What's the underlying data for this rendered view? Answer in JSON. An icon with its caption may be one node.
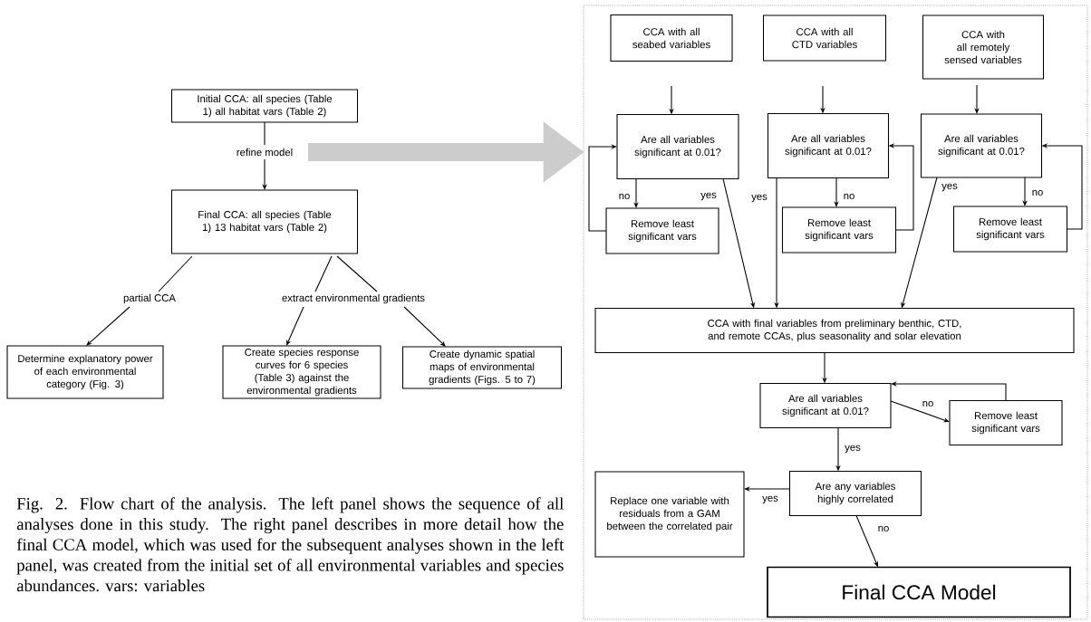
{
  "diagram": {
    "caption": "Fig. 2. Flow chart of the analysis. The left panel shows the sequence of all analyses done in this study. The right panel describes in more detail how the final CCA model, which was used for the subsequent analyses shown in the left panel, was created from the initial set of all environmental variables and species abundances. vars: variables",
    "nodes": [
      {
        "text": [
          "Initial CCA: all species (Table 1) all habitat vars (Table 2)"
        ]
      },
      {
        "text": [
          "refine model"
        ]
      },
      {
        "text": [
          "Final CCA: all species (Table 1) 13 habitat vars (Table 2)"
        ]
      },
      {
        "text": [
          "partial CCA"
        ]
      },
      {
        "text": [
          "extract environmental gradients"
        ]
      },
      {
        "text": [
          "Determine explanatory power of each environmental category (Fig. 3)"
        ]
      },
      {
        "text": [
          "Create species response curves for 6 species (Table 3) against the environmental gradients"
        ]
      },
      {
        "text": [
          "Create dynamic spatial maps of environmental gradients (Figs. 5 to 7)"
        ]
      },
      {
        "text": [],
        "shape": "box"
      },
      {
        "text": [
          "CCA with all seabed variables"
        ],
        "in": 8
      },
      {
        "text": [
          "CCA with all CTD variables"
        ],
        "in": 8
      },
      {
        "text": [
          "CCA with all remotely sensed variables"
        ],
        "in": 8
      },
      {
        "text": [
          "Are all variables significant at 0.01?"
        ],
        "in": 8
      },
      {
        "text": [
          "Are all variables significant at 0.01?"
        ],
        "in": 8
      },
      {
        "text": [
          "Are all variables significant at 0.01?"
        ],
        "in": 8
      },
      {
        "text": [
          "Remove least significant vars"
        ],
        "in": 8
      },
      {
        "text": [
          "Remove least significant vars"
        ],
        "in": 8
      },
      {
        "text": [
          "Remove least significant vars"
        ],
        "in": 8
      },
      {
        "text": [
          "CCA with final variables from preliminary benthic, CTD, and remote CCAs, plus seasonality and solar elevation"
        ],
        "in": 8
      },
      {
        "text": [
          "Are all variables significant at 0.01?"
        ],
        "in": 8
      },
      {
        "text": [
          "Remove least significant vars"
        ],
        "in": 8
      },
      {
        "text": [
          "Are any variables highly correlated"
        ],
        "in": 8
      },
      {
        "text": [
          "Replace one variable with residuals from a GAM between the correlated pair"
        ],
        "in": 8
      },
      {
        "text": [
          "Final CCA Model"
        ],
        "in": 8
      }
    ],
    "edges": [
      {
        "from": 0,
        "to": 1,
        "arrow": "none"
      },
      {
        "from": 1,
        "to": 2,
        "arrow": "to"
      },
      {
        "from": 2,
        "to": 3,
        "arrow": "none"
      },
      {
        "from": 2,
        "to": 4,
        "arrow": "none"
      },
      {
        "from": 2,
        "to": 4,
        "arrow": "none"
      },
      {
        "from": 3,
        "to": 5,
        "arrow": "to"
      },
      {
        "from": 4,
        "to": 6,
        "arrow": "to"
      },
      {
        "from": 4,
        "to": 7,
        "arrow": "to"
      },
      {
        "from": 1,
        "to": 8,
        "arrow": "to",
        "style": "thick",
        "color": "#cccccc"
      },
      {
        "from": 9,
        "to": 12,
        "arrow": "to"
      },
      {
        "from": 10,
        "to": 13,
        "arrow": "to"
      },
      {
        "from": 11,
        "to": 14,
        "arrow": "to"
      },
      {
        "from": 12,
        "to": 15,
        "arrow": "to",
        "label": "no"
      },
      {
        "from": 15,
        "to": 12,
        "arrow": "to"
      },
      {
        "from": 12,
        "to": 18,
        "arrow": "to",
        "label": "yes"
      },
      {
        "from": 13,
        "to": 18,
        "arrow": "to",
        "label": "yes"
      },
      {
        "from": 13,
        "to": 16,
        "arrow": "to",
        "label": "no"
      },
      {
        "from": 16,
        "to": 13,
        "arrow": "to"
      },
      {
        "from": 14,
        "to": 18,
        "arrow": "to",
        "label": "yes"
      },
      {
        "from": 14,
        "to": 17,
        "arrow": "to",
        "label": "no"
      },
      {
        "from": 17,
        "to": 14,
        "arrow": "to"
      },
      {
        "from": 18,
        "to": 19,
        "arrow": "to"
      },
      {
        "from": 19,
        "to": 20,
        "arrow": "to",
        "label": "no"
      },
      {
        "from": 20,
        "to": 19,
        "arrow": "to"
      },
      {
        "from": 19,
        "to": 21,
        "arrow": "to",
        "label": "yes"
      },
      {
        "from": 21,
        "to": 22,
        "arrow": "to",
        "label": "yes"
      },
      {
        "from": 21,
        "to": 23,
        "arrow": "to",
        "label": "no"
      }
    ]
  }
}
